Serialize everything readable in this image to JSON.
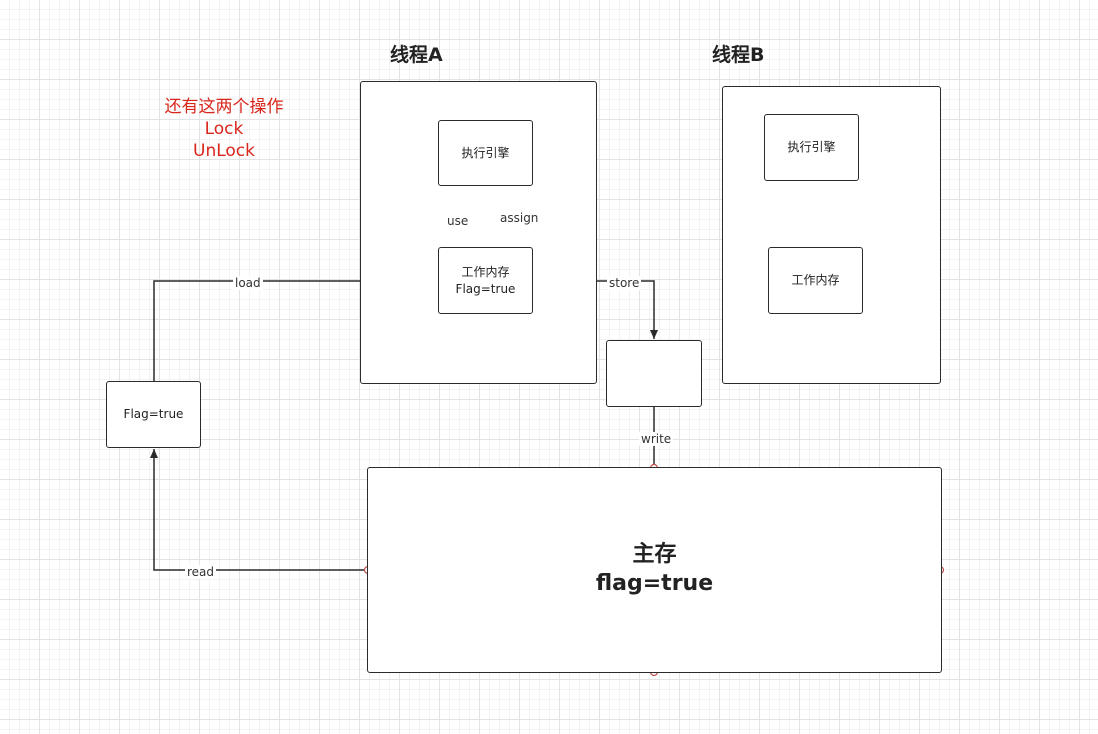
{
  "threads": {
    "a": {
      "title": "线程A",
      "engine": "执行引擎",
      "memory": "工作内存",
      "memory_value": "Flag=true"
    },
    "b": {
      "title": "线程B",
      "engine": "执行引擎",
      "memory": "工作内存"
    }
  },
  "note": {
    "line1": "还有这两个操作",
    "line2": "Lock",
    "line3": "UnLock"
  },
  "flag_box": {
    "label": "Flag=true"
  },
  "store_box": {
    "label": ""
  },
  "main_memory": {
    "title": "主存",
    "value": "flag=true"
  },
  "edges": {
    "load": "load",
    "store": "store",
    "write": "write",
    "read": "read",
    "use": "use",
    "assign": "assign"
  },
  "colors": {
    "stroke": "#2b2b2b",
    "note": "#d9261c",
    "port": "#c0504d"
  }
}
